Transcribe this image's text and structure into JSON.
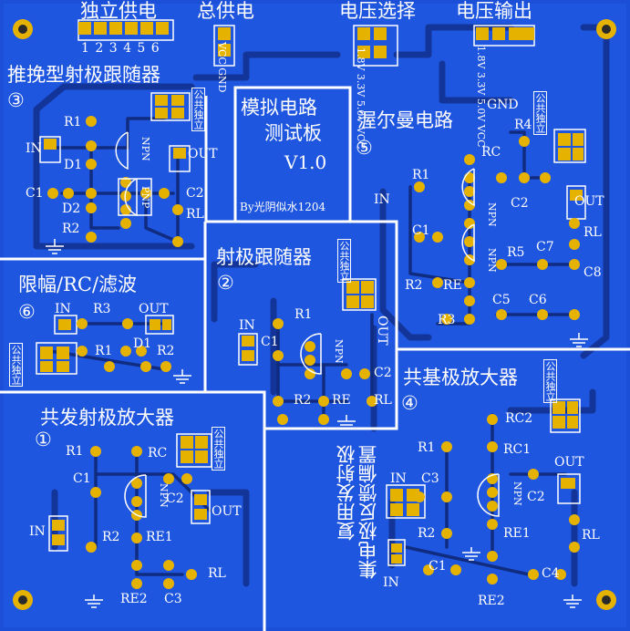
{
  "board": {
    "title_line1": "模拟电路",
    "title_line2": "测试板",
    "version": "V1.0",
    "author": "By光阴似水1204"
  },
  "power": {
    "indep_label": "独立供电",
    "indep_pins": "1 2 3 4 5 6",
    "total_label": "总供电",
    "total_pins": "VCC GND",
    "select_label": "电压选择",
    "select_pins": "1.8V 3.3V 5.0V VCC",
    "output_label": "电压输出",
    "output_pins": "1.8V 3.3V 5.0V VCC",
    "output_gnd": "GND"
  },
  "sections": {
    "push_pull": {
      "title": "推挽型射极跟随器",
      "num": "③"
    },
    "emitter_follower": {
      "title": "射极跟随器",
      "num": "②"
    },
    "darlington": {
      "title": "渥尔曼电路",
      "num": "⑤"
    },
    "limiter": {
      "title": "限幅/RC/滤波",
      "num": "⑥"
    },
    "common_emitter": {
      "title": "共发射极放大器",
      "num": "①"
    },
    "common_base": {
      "title": "共基极放大器",
      "num": "④"
    },
    "feedback": {
      "line1": "复用发射极",
      "line2": "集电极反馈偏置"
    }
  },
  "jumper": {
    "common": "公共",
    "indep": "独立"
  },
  "labels": {
    "R1": "R1",
    "R2": "R2",
    "R3": "R3",
    "R4": "R4",
    "R5": "R5",
    "C1": "C1",
    "C2": "C2",
    "C3": "C3",
    "C4": "C4",
    "C5": "C5",
    "C6": "C6",
    "C7": "C7",
    "C8": "C8",
    "D1": "D1",
    "D2": "D2",
    "RL": "RL",
    "RE": "RE",
    "RE1": "RE1",
    "RE2": "RE2",
    "RC": "RC",
    "RC1": "RC1",
    "RC2": "RC2",
    "IN": "IN",
    "OUT": "OUT",
    "NPN": "NPN",
    "PNP": "PNP"
  }
}
